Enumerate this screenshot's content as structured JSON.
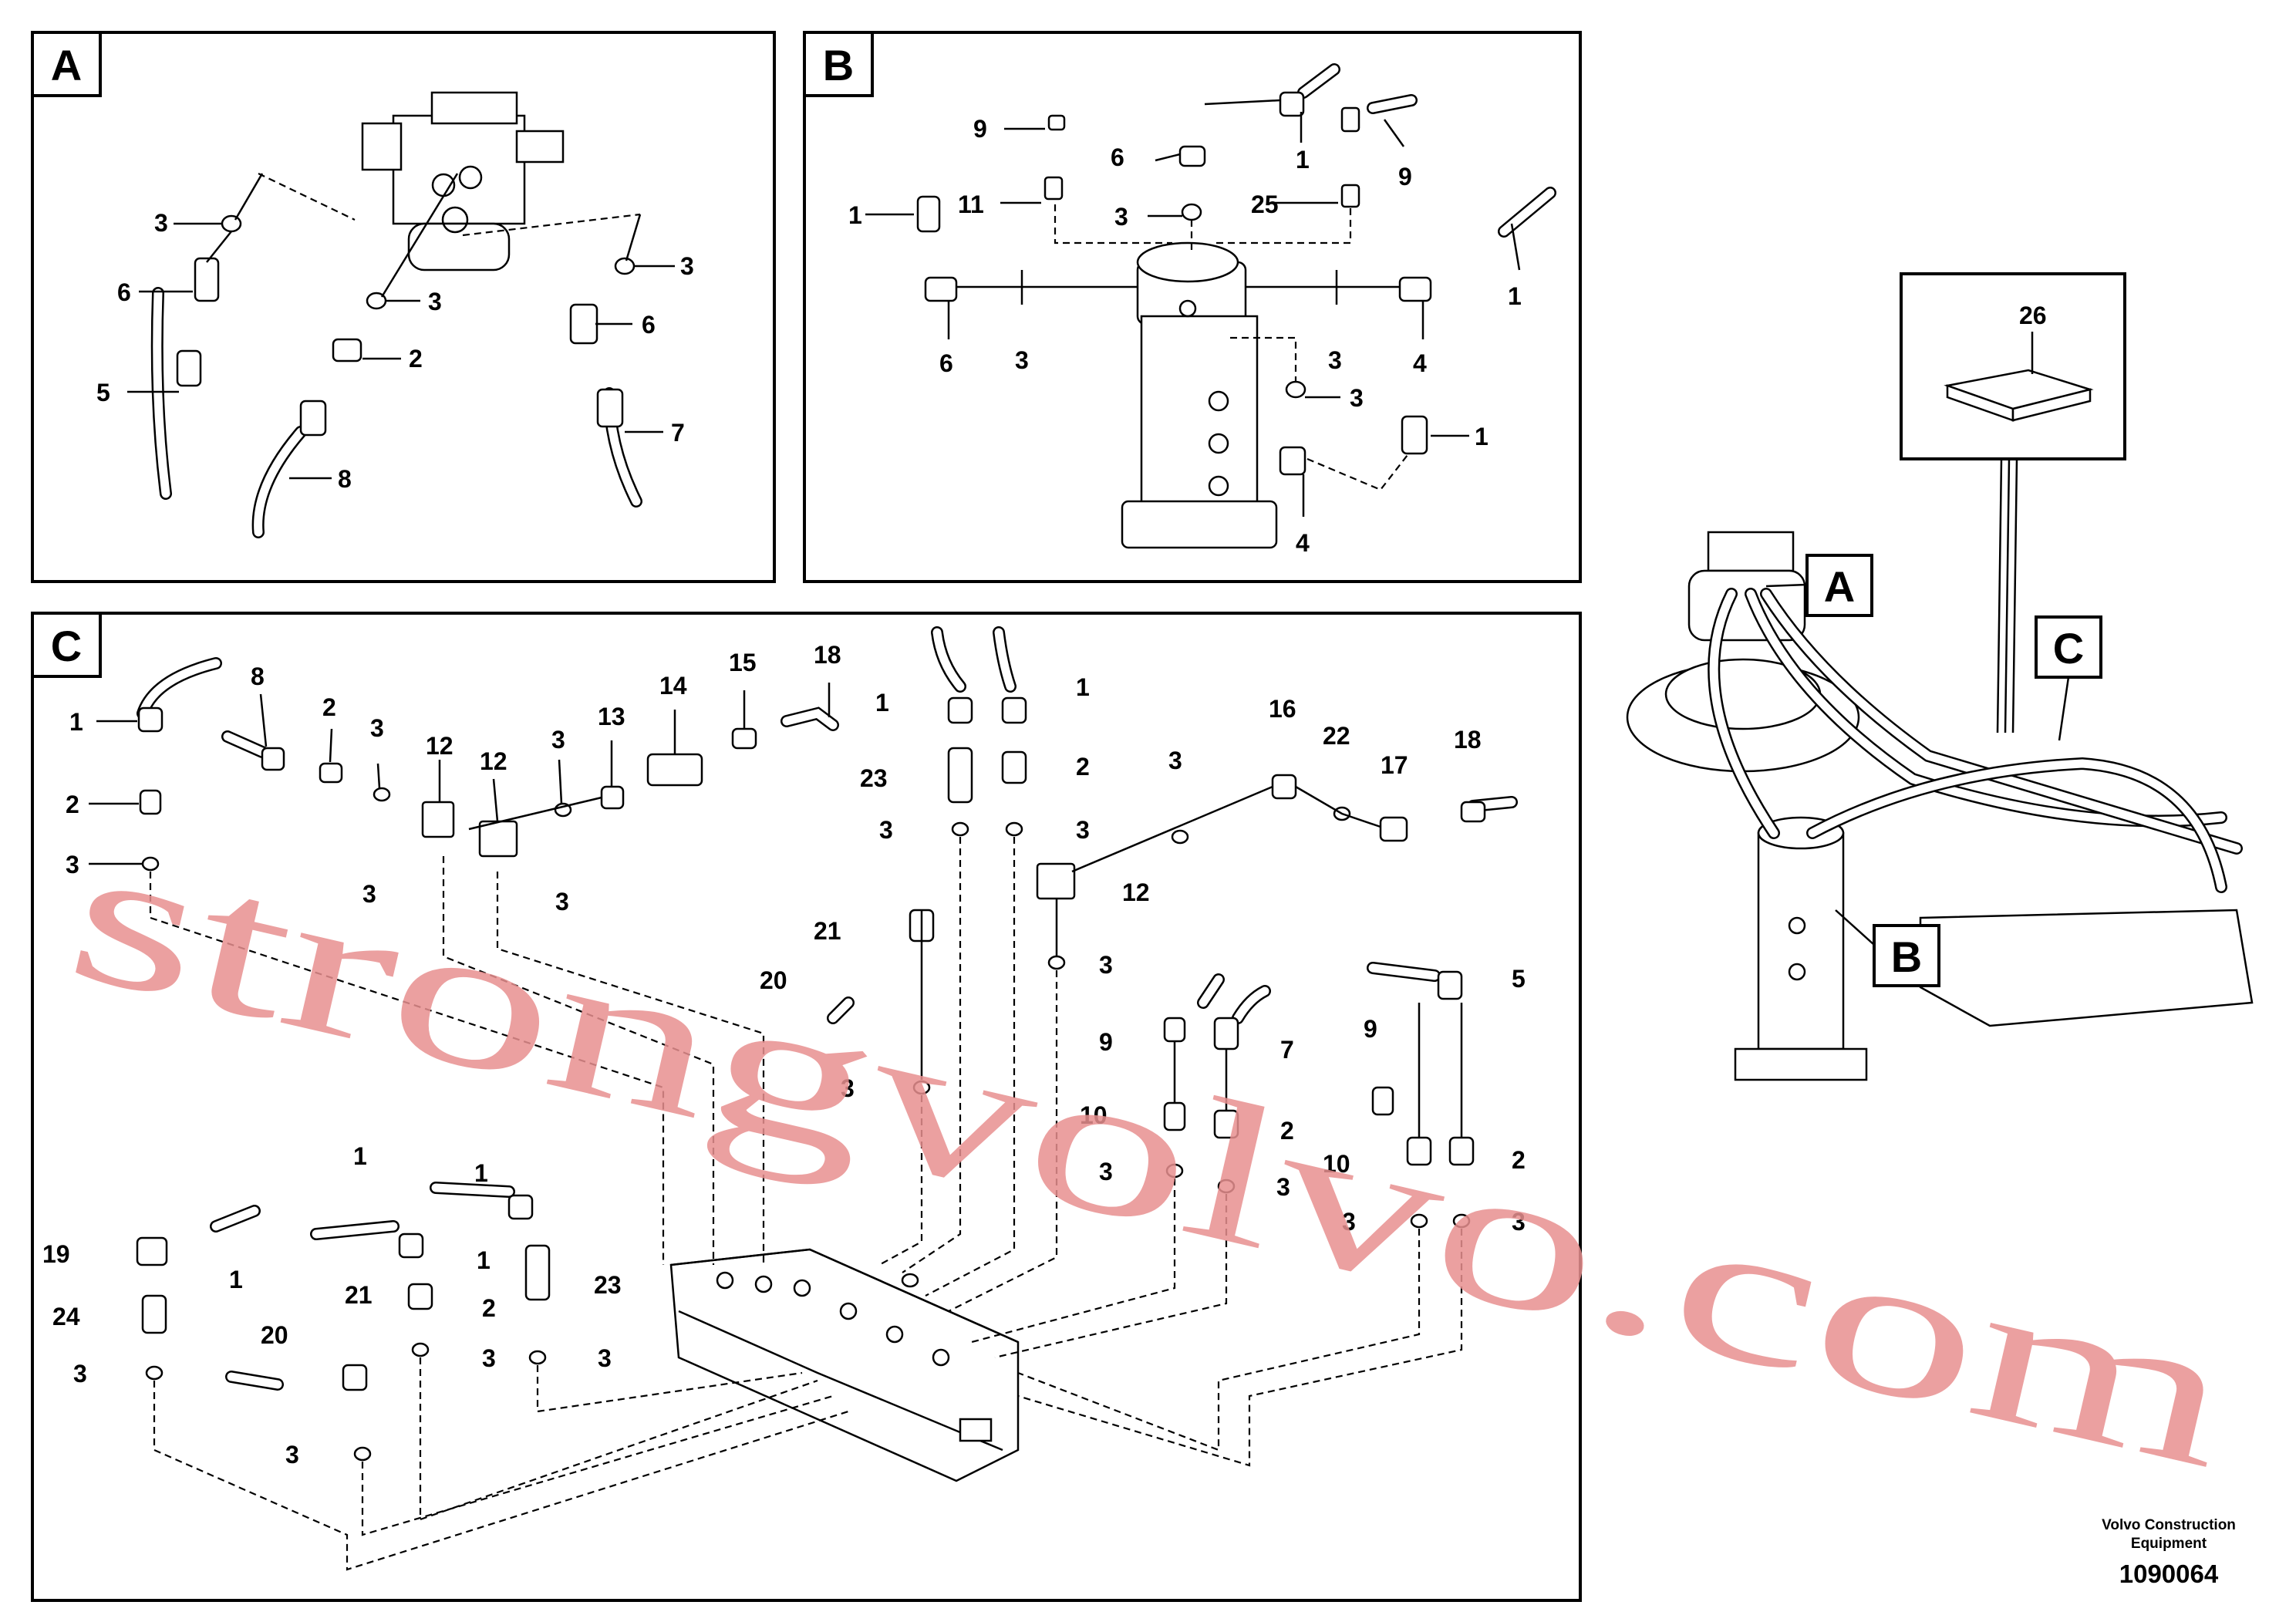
{
  "panels": {
    "A": {
      "plate": "A",
      "callouts": [
        "3",
        "6",
        "5",
        "3",
        "2",
        "8",
        "3",
        "6",
        "7"
      ]
    },
    "B": {
      "plate": "B",
      "callouts": [
        "9",
        "6",
        "1",
        "9",
        "1",
        "11",
        "3",
        "25",
        "1",
        "6",
        "3",
        "3",
        "4",
        "3",
        "1",
        "4"
      ]
    },
    "C": {
      "plate": "C",
      "callouts": [
        "1",
        "2",
        "3",
        "8",
        "2",
        "3",
        "12",
        "12",
        "3",
        "13",
        "14",
        "15",
        "18",
        "3",
        "3",
        "1",
        "1",
        "23",
        "2",
        "3",
        "3",
        "16",
        "22",
        "17",
        "18",
        "3",
        "12",
        "3",
        "21",
        "20",
        "3",
        "5",
        "9",
        "7",
        "9",
        "10",
        "2",
        "10",
        "2",
        "3",
        "3",
        "3",
        "3",
        "1",
        "1",
        "1",
        "19",
        "1",
        "2",
        "23",
        "24",
        "21",
        "3",
        "3",
        "20",
        "3",
        "3"
      ]
    }
  },
  "overview": {
    "plates": [
      "A",
      "B",
      "C"
    ],
    "inset_label": "26"
  },
  "footer": {
    "company_line1": "Volvo Construction",
    "company_line2": "Equipment",
    "drawing_number": "1090064"
  },
  "watermark": "strongvolvo.com"
}
